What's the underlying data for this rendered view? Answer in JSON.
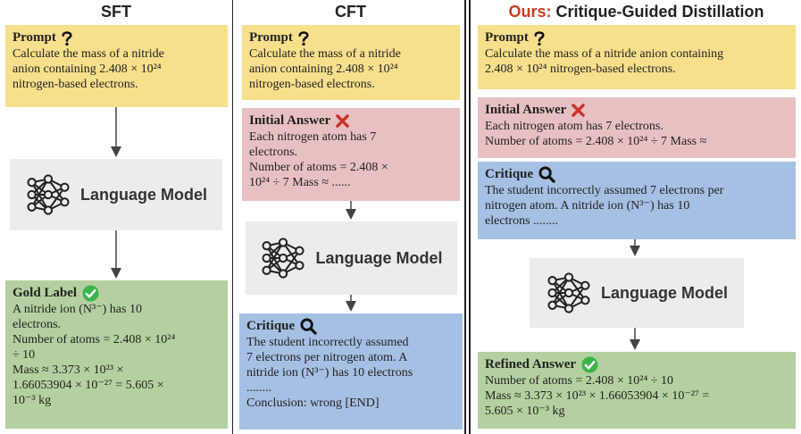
{
  "columns": {
    "sft": {
      "title": "SFT"
    },
    "cft": {
      "title": "CFT"
    },
    "ours": {
      "title_prefix": "Ours:",
      "title_rest": "Critique-Guided Distillation"
    }
  },
  "colors": {
    "prompt": "#f8df8c",
    "wrong": "#e8c0c2",
    "critique": "#a6c0e4",
    "gold": "#b5d0a0",
    "model": "#ececec",
    "accent": "#d03a1e"
  },
  "icons": [
    "question-icon",
    "cross-icon",
    "magnifier-icon",
    "check-icon",
    "neural-network-icon"
  ],
  "model_label": "Language Model",
  "sft": {
    "prompt": {
      "heading": "Prompt",
      "lines": [
        "Calculate the mass of a nitride",
        "anion containing 2.408 × 10²⁴",
        "nitrogen-based electrons."
      ]
    },
    "gold": {
      "heading": "Gold Label",
      "lines": [
        "A nitride ion (N³⁻) has 10",
        "electrons.",
        "Number of atoms = 2.408 × 10²⁴",
        "÷ 10",
        "Mass ≈ 3.373 × 10²³ ×",
        "1.66053904 × 10⁻²⁷ = 5.605 ×",
        "10⁻³ kg"
      ]
    }
  },
  "cft": {
    "prompt": {
      "heading": "Prompt",
      "lines": [
        "Calculate the mass of a nitride",
        "anion containing 2.408 × 10²⁴",
        "nitrogen-based electrons."
      ]
    },
    "initial": {
      "heading": "Initial Answer",
      "lines": [
        "Each nitrogen atom has 7",
        "electrons.",
        "Number of atoms = 2.408 ×",
        "10²⁴ ÷ 7  Mass ≈  ......"
      ]
    },
    "critique": {
      "heading": "Critique",
      "lines": [
        "The student incorrectly assumed",
        "7 electrons per nitrogen atom. A",
        "nitride ion (N³⁻) has 10 electrons",
        "........",
        "Conclusion: wrong [END]"
      ]
    }
  },
  "ours": {
    "prompt": {
      "heading": "Prompt",
      "lines": [
        "Calculate the mass of a nitride anion containing",
        "2.408 × 10²⁴ nitrogen-based electrons."
      ]
    },
    "initial": {
      "heading": "Initial Answer",
      "lines": [
        "Each nitrogen atom has 7 electrons.",
        "Number of atoms = 2.408 × 10²⁴ ÷ 7  Mass ≈"
      ]
    },
    "critique": {
      "heading": "Critique",
      "lines": [
        "The student incorrectly assumed 7 electrons per",
        "nitrogen atom. A nitride ion (N³⁻) has 10",
        "electrons ........"
      ]
    },
    "refined": {
      "heading": "Refined Answer",
      "lines": [
        "Number of atoms = 2.408 × 10²⁴ ÷ 10",
        "Mass ≈ 3.373 × 10²³ × 1.66053904 × 10⁻²⁷ =",
        "5.605 × 10⁻³ kg"
      ]
    }
  }
}
